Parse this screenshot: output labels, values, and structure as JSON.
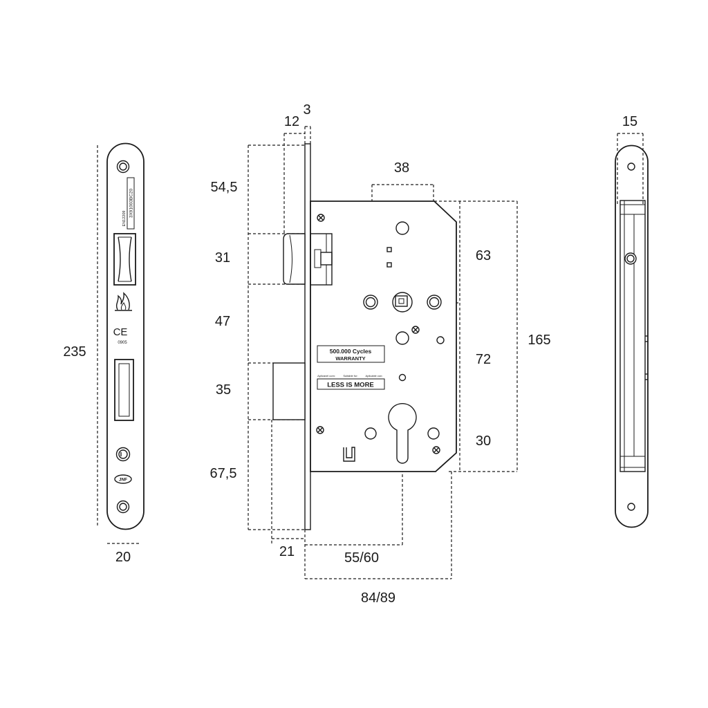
{
  "faceplate_front": {
    "standard_mark": "EN12209",
    "classification_code": "3X91003BC20",
    "ce_mark": "CE",
    "notified_body": "0905",
    "brand_logo": "JNF"
  },
  "lock_body": {
    "warranty_line1": "500.000 Cycles",
    "warranty_line2": "WARRANTY",
    "compat_labels": [
      "Aplicável com:",
      "Suitable for:",
      "Aplicable con:"
    ],
    "slogan": "LESS IS MORE"
  },
  "dimensions": {
    "faceplate_length": "235",
    "faceplate_width": "20",
    "faceplate_thickness": "3",
    "latch_projection": "12",
    "top_to_latch": "54,5",
    "latch_height": "31",
    "latch_to_bolt": "47",
    "bolt_height": "35",
    "bolt_to_bottom": "67,5",
    "lever_hole_spacing": "38",
    "top_to_follower": "63",
    "follower_to_cylinder": "72",
    "cylinder_to_bottom": "30",
    "case_height": "165",
    "bolt_projection": "21",
    "backset": "55/60",
    "case_depth": "84/89",
    "case_thickness": "15"
  }
}
